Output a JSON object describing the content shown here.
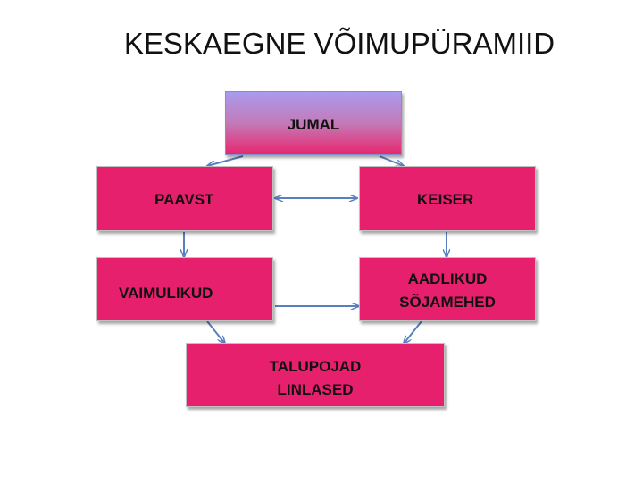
{
  "title": "KESKAEGNE VÕIMUPÜRAMIID",
  "nodes": {
    "jumal": {
      "label": "JUMAL"
    },
    "paavst": {
      "label": "PAAVST"
    },
    "keiser": {
      "label": "KEISER"
    },
    "vaimulikud": {
      "label": "VAIMULIKUD"
    },
    "aadlikud": {
      "line1": "AADLIKUD",
      "line2": "SÕJAMEHED"
    },
    "talupojad": {
      "line1": "TALUPOJAD",
      "line2": "LINLASED"
    }
  },
  "colors": {
    "box_fill": "#e6206d",
    "top_gradient_start": "#a99bee",
    "top_gradient_end": "#e8266e",
    "arrow": "#5a7fbf"
  }
}
